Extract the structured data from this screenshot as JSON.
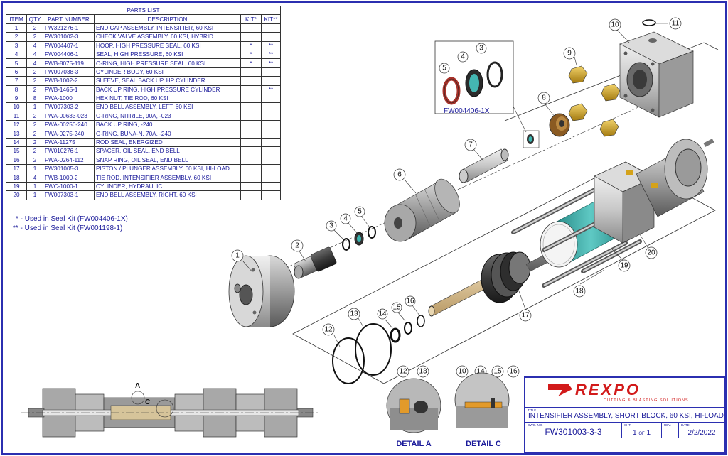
{
  "parts_list": {
    "title": "PARTS LIST",
    "headers": [
      "ITEM",
      "QTY",
      "PART NUMBER",
      "DESCRIPTION",
      "KIT*",
      "KIT**"
    ],
    "rows": [
      [
        "1",
        "2",
        "FW321276-1",
        "END CAP ASSEMBLY, INTENSIFIER, 60 KSI",
        "",
        ""
      ],
      [
        "2",
        "2",
        "FW301002-3",
        "CHECK VALVE ASSEMBLY, 60 KSI, HYBRID",
        "",
        ""
      ],
      [
        "3",
        "4",
        "FW004407-1",
        "HOOP, HIGH PRESSURE SEAL, 60 KSI",
        "*",
        "**"
      ],
      [
        "4",
        "4",
        "FW004406-1",
        "SEAL, HIGH PRESSURE, 60 KSI",
        "*",
        "**"
      ],
      [
        "5",
        "4",
        "FWB-8075-119",
        "O-RING, HIGH PRESSURE SEAL, 60 KSI",
        "*",
        "**"
      ],
      [
        "6",
        "2",
        "FW007038-3",
        "CYLINDER BODY, 60 KSI",
        "",
        ""
      ],
      [
        "7",
        "2",
        "FWB-1002-2",
        "SLEEVE, SEAL BACK UP, HP CYLINDER",
        "",
        ""
      ],
      [
        "8",
        "2",
        "FWB-1465-1",
        "BACK UP RING, HIGH PRESSURE CYLINDER",
        "",
        "**"
      ],
      [
        "9",
        "8",
        "FWA-1000",
        "HEX NUT, TIE ROD, 60 KSI",
        "",
        ""
      ],
      [
        "10",
        "1",
        "FW007303-2",
        "END BELL ASSEMBLY, LEFT, 60 KSI",
        "",
        ""
      ],
      [
        "11",
        "2",
        "FWA-00633-023",
        "O-RING, NITRILE, 90A, -023",
        "",
        ""
      ],
      [
        "12",
        "2",
        "FWA-00250-240",
        "BACK UP RING, -240",
        "",
        ""
      ],
      [
        "13",
        "2",
        "FWA-0275-240",
        "O-RING, BUNA-N, 70A, -240",
        "",
        ""
      ],
      [
        "14",
        "2",
        "FWA-11275",
        "ROD SEAL, ENERGIZED",
        "",
        ""
      ],
      [
        "15",
        "2",
        "FW010276-1",
        "SPACER, OIL SEAL, END BELL",
        "",
        ""
      ],
      [
        "16",
        "2",
        "FWA-0264-112",
        "SNAP RING, OIL SEAL, END BELL",
        "",
        ""
      ],
      [
        "17",
        "1",
        "FW301005-3",
        "PISTON / PLUNGER ASSEMBLY, 60 KSI, HI-LOAD",
        "",
        ""
      ],
      [
        "18",
        "4",
        "FWB-1000-2",
        "TIE ROD, INTENSIFIER ASSEMBLY, 60 KSI",
        "",
        ""
      ],
      [
        "19",
        "1",
        "FWC-1000-1",
        "CYLINDER, HYDRAULIC",
        "",
        ""
      ],
      [
        "20",
        "1",
        "FW007303-1",
        "END BELL ASSEMBLY, RIGHT, 60 KSI",
        "",
        ""
      ]
    ]
  },
  "notes": {
    "kit1": "* - Used in Seal Kit (FW004406-1X)",
    "kit2": "** - Used in Seal Kit (FW001198-1)"
  },
  "drawing": {
    "callout_label": "FW004406-1X",
    "section_a": "A",
    "section_c": "C",
    "detail_a": "DETAIL A",
    "detail_c": "DETAIL C",
    "balloons": [
      "1",
      "2",
      "3",
      "4",
      "5",
      "6",
      "7",
      "8",
      "9",
      "10",
      "11",
      "12",
      "13",
      "14",
      "15",
      "16",
      "17",
      "18",
      "19",
      "20"
    ],
    "callout_balloons": [
      "5",
      "4",
      "3"
    ],
    "detail_a_balloons": [
      "12",
      "13"
    ],
    "detail_c_balloons": [
      "10",
      "14",
      "15",
      "16"
    ]
  },
  "title_block": {
    "logo": "REXPO",
    "logo_sub": "CUTTING & BLASTING SOLUTIONS",
    "title_label": "TITLE",
    "title": "INTENSIFIER ASSEMBLY, SHORT BLOCK, 60 KSI, HI-LOAD",
    "dwg_label": "DWG. NO.",
    "dwg_no": "FW301003-3-3",
    "sht_label": "SHT.",
    "sheet": "1",
    "of_label": "OF",
    "sheet_total": "1",
    "rev_label": "REV.",
    "rev": "",
    "date_label": "DATE",
    "date": "2/2/2022"
  },
  "colors": {
    "border": "#2b2fb0",
    "text": "#1a1a9a",
    "cylinder_teal": "#2fa3a0",
    "logo_red": "#d21a1a",
    "part_gray": "#8a8a8a",
    "nut_gold": "#d4a21a"
  }
}
